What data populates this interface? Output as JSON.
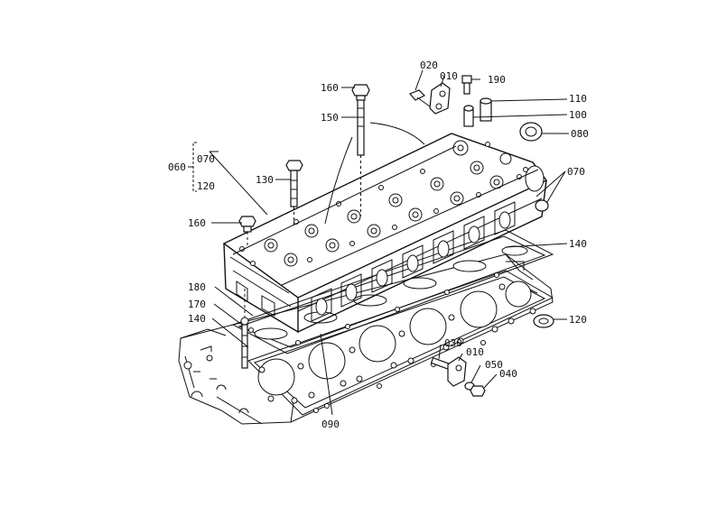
{
  "diagram": {
    "callouts": [
      {
        "id": "c020",
        "text": "020"
      },
      {
        "id": "c010a",
        "text": "010"
      },
      {
        "id": "c190",
        "text": "190"
      },
      {
        "id": "c110",
        "text": "110"
      },
      {
        "id": "c100",
        "text": "100"
      },
      {
        "id": "c080",
        "text": "080"
      },
      {
        "id": "c160a",
        "text": "160"
      },
      {
        "id": "c150",
        "text": "150"
      },
      {
        "id": "c060",
        "text": "060"
      },
      {
        "id": "c070a",
        "text": "070"
      },
      {
        "id": "c120a",
        "text": "120"
      },
      {
        "id": "c130",
        "text": "130"
      },
      {
        "id": "c070b",
        "text": "070"
      },
      {
        "id": "c160b",
        "text": "160"
      },
      {
        "id": "c140a",
        "text": "140"
      },
      {
        "id": "c180",
        "text": "180"
      },
      {
        "id": "c170",
        "text": "170"
      },
      {
        "id": "c140b",
        "text": "140"
      },
      {
        "id": "c120b",
        "text": "120"
      },
      {
        "id": "c030",
        "text": "030"
      },
      {
        "id": "c010b",
        "text": "010"
      },
      {
        "id": "c050",
        "text": "050"
      },
      {
        "id": "c040",
        "text": "040"
      },
      {
        "id": "c090",
        "text": "090"
      }
    ]
  }
}
